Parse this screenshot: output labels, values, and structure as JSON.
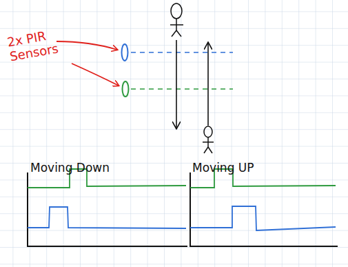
{
  "diagram": {
    "labels": [
      "2x PIR Sensors",
      "Moving Down",
      "Moving UP"
    ]
  }
}
